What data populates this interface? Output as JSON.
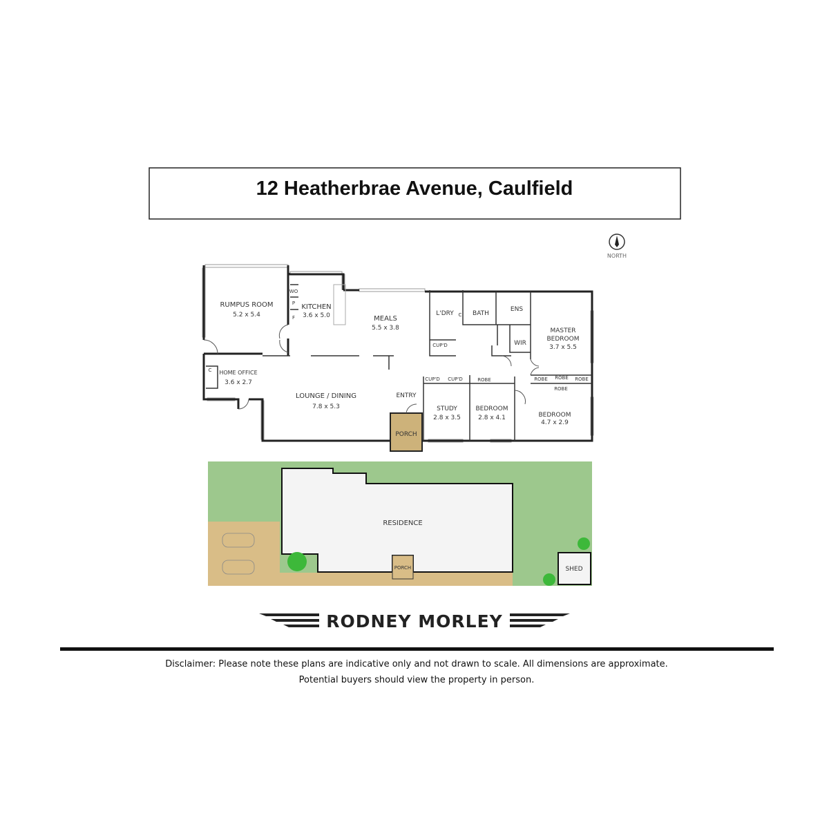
{
  "title": "12 Heatherbrae Avenue, Caulfield",
  "compass": {
    "label": "NORTH",
    "icon": "north-arrow-icon"
  },
  "rooms": {
    "rumpus": {
      "name": "RUMPUS ROOM",
      "size": "5.2 x 5.4"
    },
    "kitchen": {
      "name": "KITCHEN",
      "size": "3.6 x 5.0"
    },
    "meals": {
      "name": "MEALS",
      "size": "5.5 x 3.8"
    },
    "home_office": {
      "name": "HOME OFFICE",
      "size": "3.6 x 2.7"
    },
    "lounge": {
      "name": "LOUNGE / DINING",
      "size": "7.8 x 5.3"
    },
    "entry": {
      "name": "ENTRY"
    },
    "porch": {
      "name": "PORCH"
    },
    "study": {
      "name": "STUDY",
      "size": "2.8 x 3.5"
    },
    "bedroom2": {
      "name": "BEDROOM",
      "size": "2.8 x 4.1"
    },
    "bedroom3": {
      "name": "BEDROOM",
      "size": "4.7 x 2.9"
    },
    "master": {
      "name1": "MASTER",
      "name2": "BEDROOM",
      "size": "3.7 x 5.5"
    },
    "ldry": {
      "name": "L'DRY"
    },
    "bath": {
      "name": "BATH"
    },
    "ens": {
      "name": "ENS"
    },
    "wir": {
      "name": "WIR"
    }
  },
  "fixtures": {
    "wo": "WO",
    "p": "P",
    "f": "F",
    "c": "C",
    "cupd": "CUP'D",
    "robe": "ROBE"
  },
  "site": {
    "residence": "RESIDENCE",
    "porch": "PORCH",
    "shed": "SHED"
  },
  "colors": {
    "lawn": "#9dc88d",
    "paving": "#d9bd87",
    "porch": "#cdb27a",
    "tree": "#3db83a"
  },
  "brand": "RODNEY MORLEY",
  "disclaimer": {
    "line1": "Disclaimer: Please note these plans are indicative only and not drawn to scale. All dimensions are approximate.",
    "line2": "Potential buyers should view the property in person."
  }
}
